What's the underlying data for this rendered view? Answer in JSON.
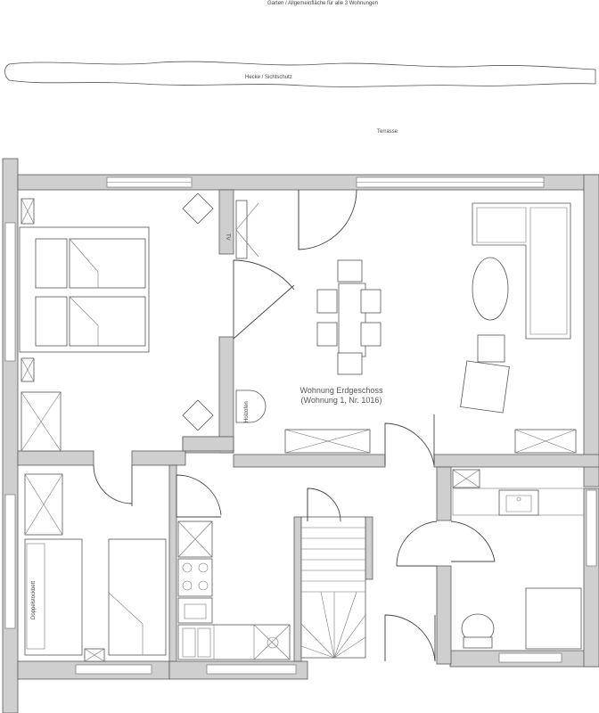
{
  "labels": {
    "garden": "Garten / Allgemeinfläche für alle 3 Wohnungen",
    "hedge": "Hecke / Sichtschutz",
    "terrace": "Terrasse",
    "apartment_line1": "Wohnung Erdgeschoss",
    "apartment_line2": "(Wohnung 1, Nr. 1016)",
    "tv": "TV",
    "fireplace": "Holzofen",
    "bunk_bed": "Doppelstockbett"
  }
}
